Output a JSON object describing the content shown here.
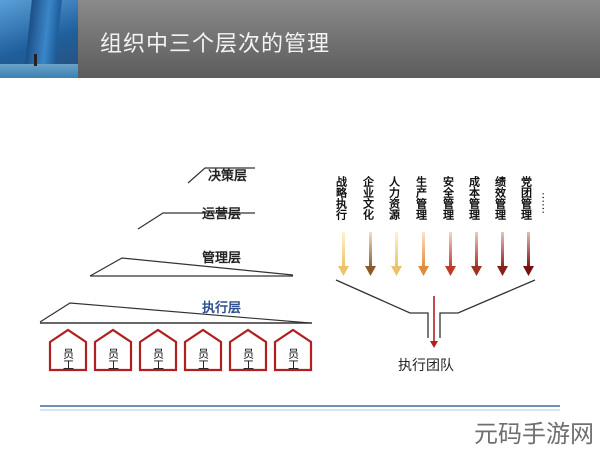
{
  "header": {
    "title": "组织中三个层次的管理"
  },
  "levels": [
    {
      "label": "决策层"
    },
    {
      "label": "运营层"
    },
    {
      "label": "管理层"
    },
    {
      "label": "执行层"
    }
  ],
  "employees": [
    {
      "label": "员工"
    },
    {
      "label": "员工"
    },
    {
      "label": "员工"
    },
    {
      "label": "员工"
    },
    {
      "label": "员工"
    },
    {
      "label": "员工"
    }
  ],
  "functions": [
    {
      "label": "战略执行",
      "color": "#e9c26a"
    },
    {
      "label": "企业文化",
      "color": "#8b5a2b"
    },
    {
      "label": "人力资源",
      "color": "#e9c26a"
    },
    {
      "label": "生产管理",
      "color": "#e08a3a"
    },
    {
      "label": "安全管理",
      "color": "#c0392b"
    },
    {
      "label": "成本管理",
      "color": "#a0301f"
    },
    {
      "label": "绩效管理",
      "color": "#8a1f1a"
    },
    {
      "label": "党团管理",
      "color": "#7a1010"
    }
  ],
  "ellipsis": "……",
  "team_label": "执行团队",
  "watermark": "元码手游网"
}
